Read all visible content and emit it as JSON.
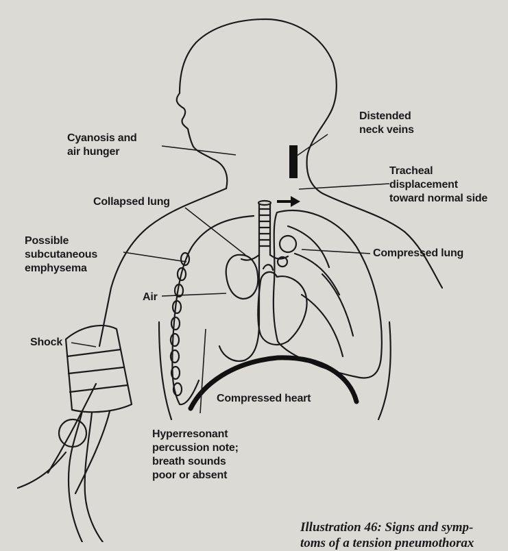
{
  "labels": {
    "cyanosis": [
      "Cyanosis and",
      "air hunger"
    ],
    "neck_veins": [
      "Distended",
      "neck veins"
    ],
    "tracheal": [
      "Tracheal",
      "displacement",
      "toward normal side"
    ],
    "collapsed_lung": "Collapsed lung",
    "subcutaneous": [
      "Possible",
      "subcutaneous",
      "emphysema"
    ],
    "compressed_lung": "Compressed lung",
    "air": "Air",
    "shock": "Shock",
    "compressed_heart": "Compressed heart",
    "hyperresonant": [
      "Hyperresonant",
      "percussion note;",
      "breath sounds",
      "poor or absent"
    ]
  },
  "caption": [
    "Illustration 46: Signs and symp-",
    "toms of a tension pneumothorax"
  ],
  "colors": {
    "paper": "#dcdad5",
    "ink": "#1a1a1a"
  }
}
